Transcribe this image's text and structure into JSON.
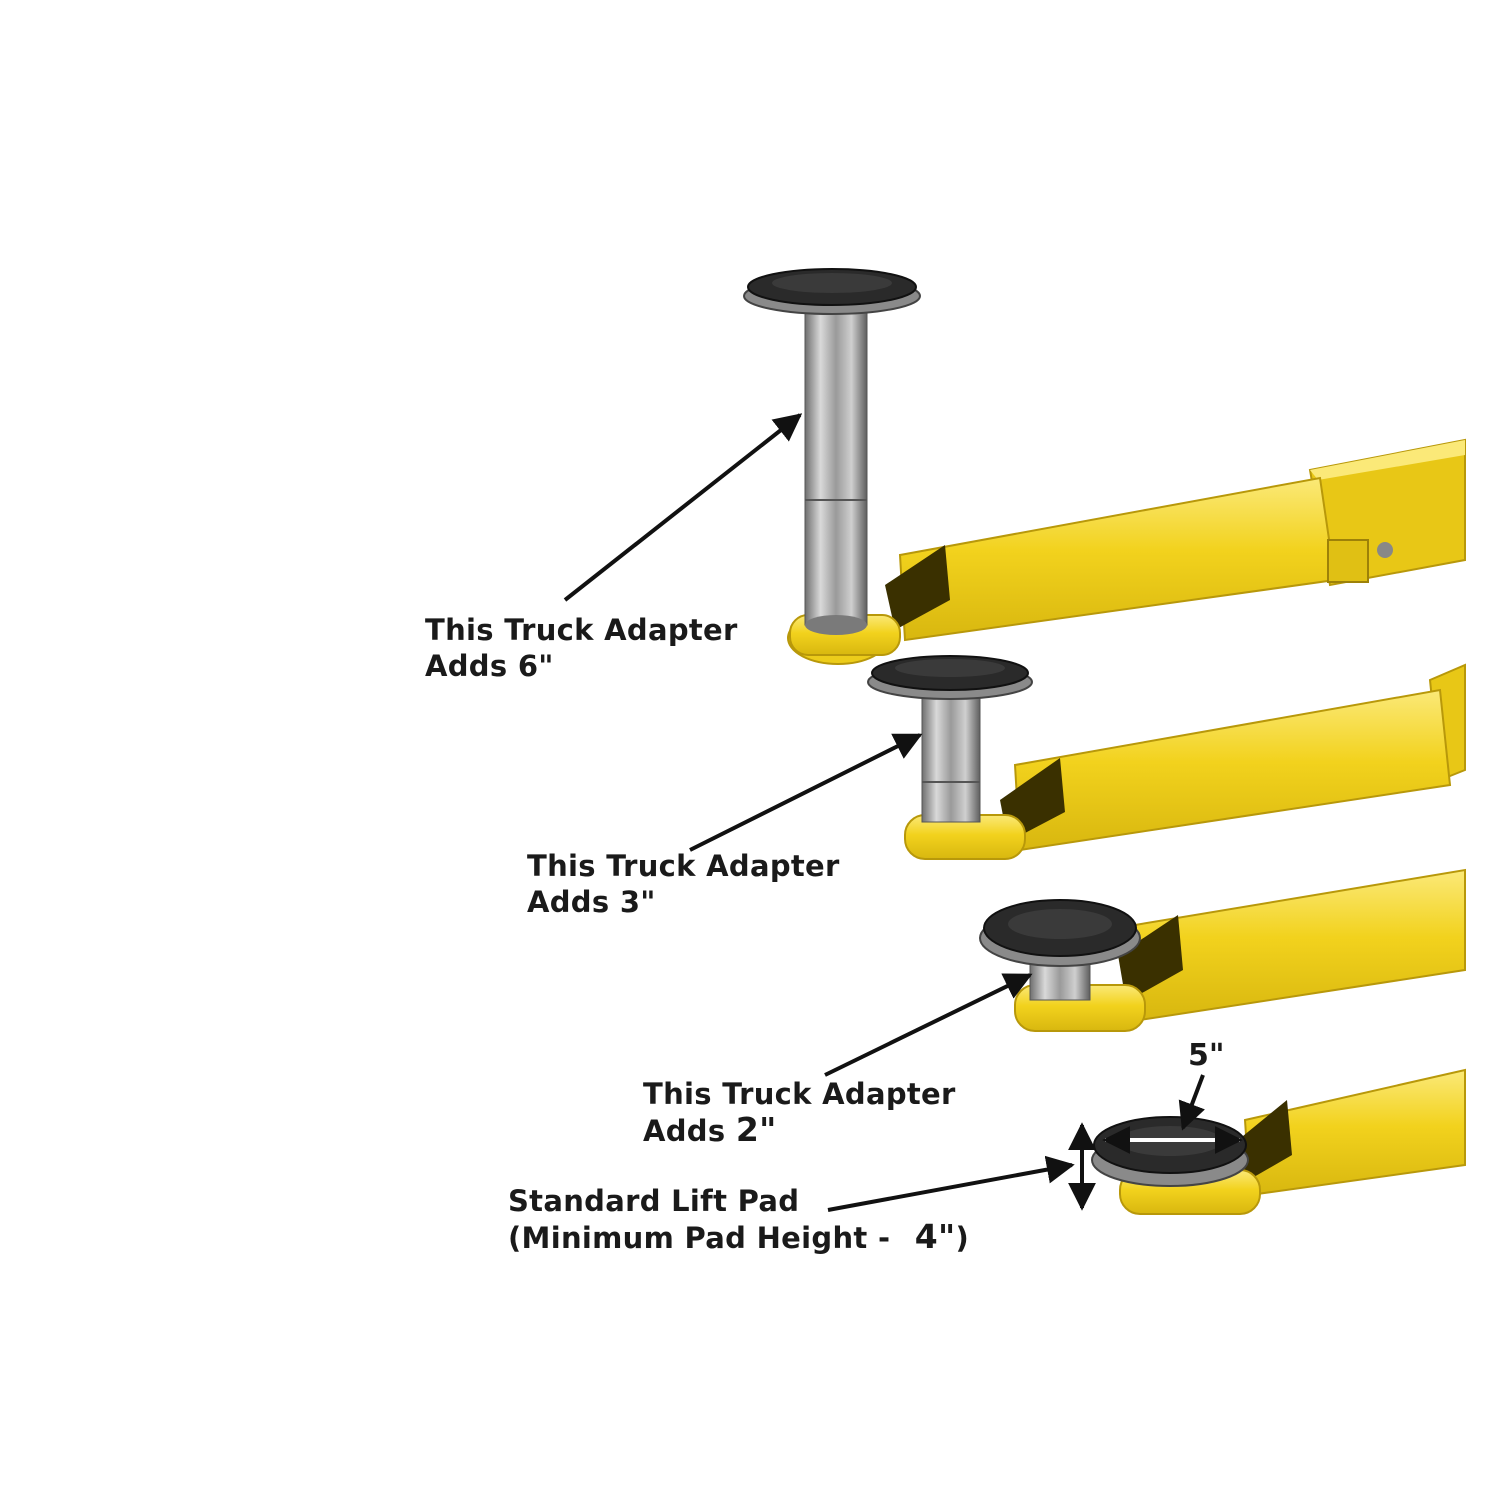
{
  "labels": {
    "adapter_6": {
      "line1": "This Truck Adapter",
      "line2_prefix": "Adds ",
      "line2_value": "6\""
    },
    "adapter_3": {
      "line1": "This Truck Adapter",
      "line2_prefix": "Adds ",
      "line2_value": "3\""
    },
    "adapter_2": {
      "line1": "This Truck Adapter",
      "line2_prefix": "Adds ",
      "line2_value": "2\""
    },
    "standard_pad": {
      "line1": "Standard Lift Pad",
      "line2_prefix": "(Minimum Pad Height - ",
      "line2_value": "4\"",
      "line2_suffix": ")"
    },
    "pad_diameter": "5\""
  },
  "colors": {
    "arm_yellow": "#f2d21d",
    "arm_shadow": "#c9a80b",
    "arm_highlight": "#fbe978",
    "steel": "#a8a8a8",
    "rubber": "#2a2a2a",
    "arrow": "#111111"
  }
}
